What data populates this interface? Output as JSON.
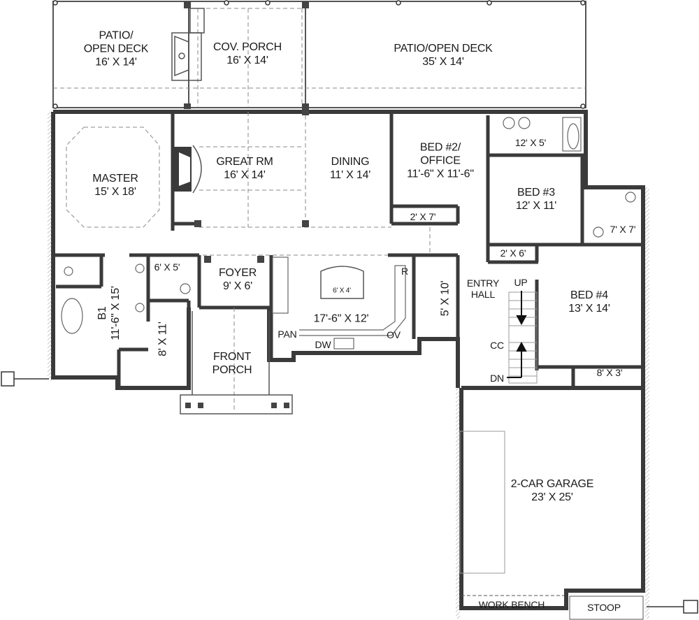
{
  "plan": {
    "colors": {
      "wall": "#3a3a3a",
      "thin": "#555555",
      "dash": "#8a8a8a",
      "hatch": "#9a9a9a"
    },
    "rooms": [
      {
        "id": "patio-left",
        "name": "PATIO/",
        "name2": "OPEN DECK",
        "size": "16' X 14'"
      },
      {
        "id": "cov-porch",
        "name": "COV. PORCH",
        "size": "16' X 14'"
      },
      {
        "id": "patio-right",
        "name": "PATIO/OPEN DECK",
        "size": "35' X 14'"
      },
      {
        "id": "master",
        "name": "MASTER",
        "size": "15' X 18'"
      },
      {
        "id": "great-rm",
        "name": "GREAT RM",
        "size": "16' X 14'"
      },
      {
        "id": "dining",
        "name": "DINING",
        "size": "11' X 14'"
      },
      {
        "id": "bed2",
        "name": "BED #2/",
        "name2": "OFFICE",
        "size": "11'-6\" X 11'-6\""
      },
      {
        "id": "bath2",
        "size": "12' X 5'"
      },
      {
        "id": "bed3",
        "name": "BED #3",
        "size": "12' X 11'"
      },
      {
        "id": "closet-bed2",
        "size": "2' X 7'"
      },
      {
        "id": "closet-bed3",
        "size": "2' X 6'"
      },
      {
        "id": "bath3",
        "size": "7' X 7'"
      },
      {
        "id": "powder",
        "size": "6' X 5'"
      },
      {
        "id": "foyer",
        "name": "FOYER",
        "size": "9' X 6'"
      },
      {
        "id": "master-bath",
        "name": "B1",
        "size": "11'-6\" X 15'"
      },
      {
        "id": "master-closet",
        "size": "8' X 11'"
      },
      {
        "id": "kitchen",
        "size": "17'-6\" X 12'"
      },
      {
        "id": "island",
        "size": "6' X 4'"
      },
      {
        "id": "laundry",
        "size": "5' X 10'"
      },
      {
        "id": "front-porch",
        "name": "FRONT",
        "name2": "PORCH"
      },
      {
        "id": "entry-hall",
        "name": "ENTRY",
        "name2": "HALL"
      },
      {
        "id": "bed4",
        "name": "BED #4",
        "size": "13' X 14'"
      },
      {
        "id": "closet-bed4",
        "size": "8' X 3'"
      },
      {
        "id": "garage",
        "name": "2-CAR GARAGE",
        "size": "23' X 25'"
      },
      {
        "id": "work-bench",
        "name": "WORK BENCH"
      },
      {
        "id": "stoop",
        "name": "STOOP"
      }
    ],
    "fixtures": {
      "pantry": "PAN",
      "dishwasher": "DW",
      "oven": "OV",
      "refrigerator": "R",
      "coat-closet": "CC",
      "stairs-up": "UP",
      "stairs-down": "DN"
    }
  }
}
